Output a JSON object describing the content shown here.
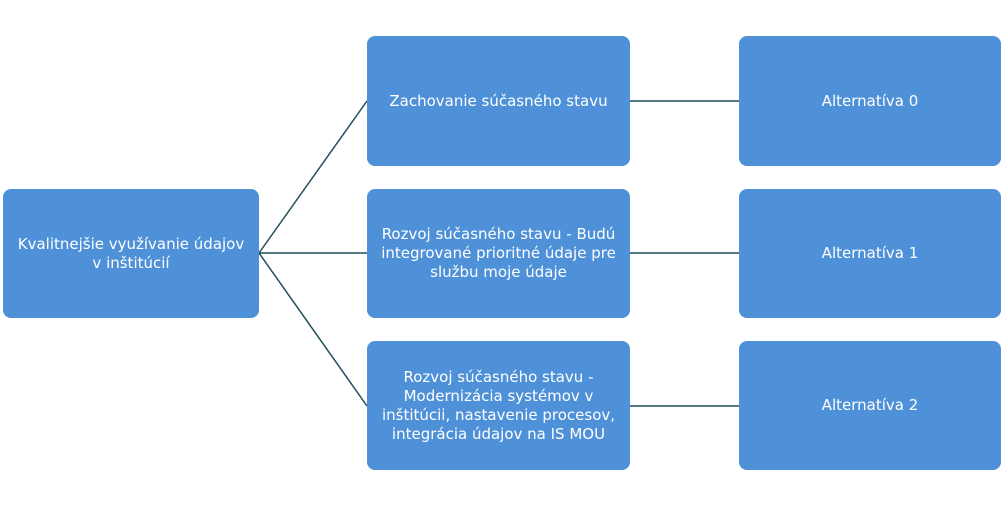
{
  "colors": {
    "node_fill": "#4f91d8",
    "connector": "#1f4e5a",
    "text": "#ffffff"
  },
  "diagram": {
    "root": {
      "label": "Kvalitnejšie využívanie údajov v inštitúcií"
    },
    "options": [
      {
        "label": "Zachovanie súčasného stavu",
        "alternative": "Alternatíva 0"
      },
      {
        "label": "Rozvoj súčasného stavu - Budú integrované prioritné údaje pre službu moje údaje",
        "alternative": "Alternatíva 1"
      },
      {
        "label": "Rozvoj súčasného stavu - Modernizácia systémov v inštitúcii, nastavenie procesov, integrácia údajov na IS MOU",
        "alternative": "Alternatíva 2"
      }
    ]
  }
}
